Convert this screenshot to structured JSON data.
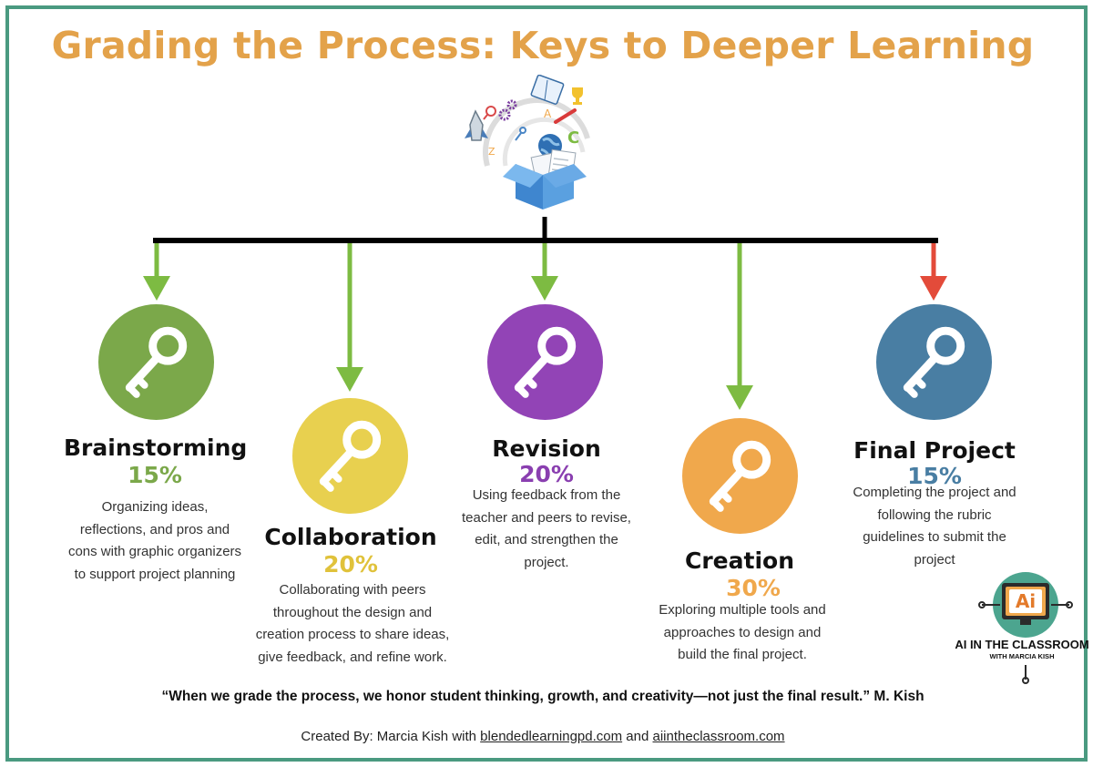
{
  "title": "Grading the Process: Keys to Deeper Learning",
  "colors": {
    "title": "#e3a24a",
    "frame": "#4a9a80",
    "arrow_green": "#7dbb42",
    "arrow_red": "#e34b3a"
  },
  "steps": [
    {
      "name": "Brainstorming",
      "percent": "15%",
      "color": "#7ba84a",
      "pct_color": "#7ba84a",
      "desc": [
        "Organizing ideas,",
        "reflections, and pros and",
        "cons with graphic organizers",
        "to support project planning"
      ],
      "icon": "key-icon"
    },
    {
      "name": "Collaboration",
      "percent": "20%",
      "color": "#e8d04f",
      "pct_color": "#e0c23b",
      "desc": [
        "Collaborating with peers",
        "throughout the design and",
        "creation process to share ideas,",
        "give feedback, and refine work."
      ],
      "icon": "key-icon"
    },
    {
      "name": "Revision",
      "percent": "20%",
      "color": "#9244b6",
      "pct_color": "#8a3fb0",
      "desc": [
        "Using feedback from the",
        "teacher and peers to revise,",
        "edit, and strengthen the",
        "project."
      ],
      "icon": "key-icon"
    },
    {
      "name": "Creation",
      "percent": "30%",
      "color": "#f0a84c",
      "pct_color": "#f0a84c",
      "desc": [
        "Exploring multiple tools and",
        "approaches to design and",
        "build the final project."
      ],
      "icon": "key-icon"
    },
    {
      "name": "Final Project",
      "percent": "15%",
      "color": "#497ea3",
      "pct_color": "#497ea3",
      "desc": [
        "Completing the project and",
        "following the rubric",
        "guidelines to submit the",
        "project"
      ],
      "icon": "key-icon"
    }
  ],
  "quote": "“When we grade the process, we honor student thinking, growth, and creativity—not just the final result.” M. Kish",
  "credit": {
    "prefix": "Created By: Marcia Kish with ",
    "link1": "blendedlearningpd.com",
    "middle": " and ",
    "link2": "aiintheclassroom.com"
  },
  "logo": {
    "mark": "Ai",
    "line1": "AI IN THE CLASSROOM",
    "line2": "WITH MARCIA KISH"
  },
  "hero_letters": [
    "A",
    "C",
    "Z"
  ]
}
